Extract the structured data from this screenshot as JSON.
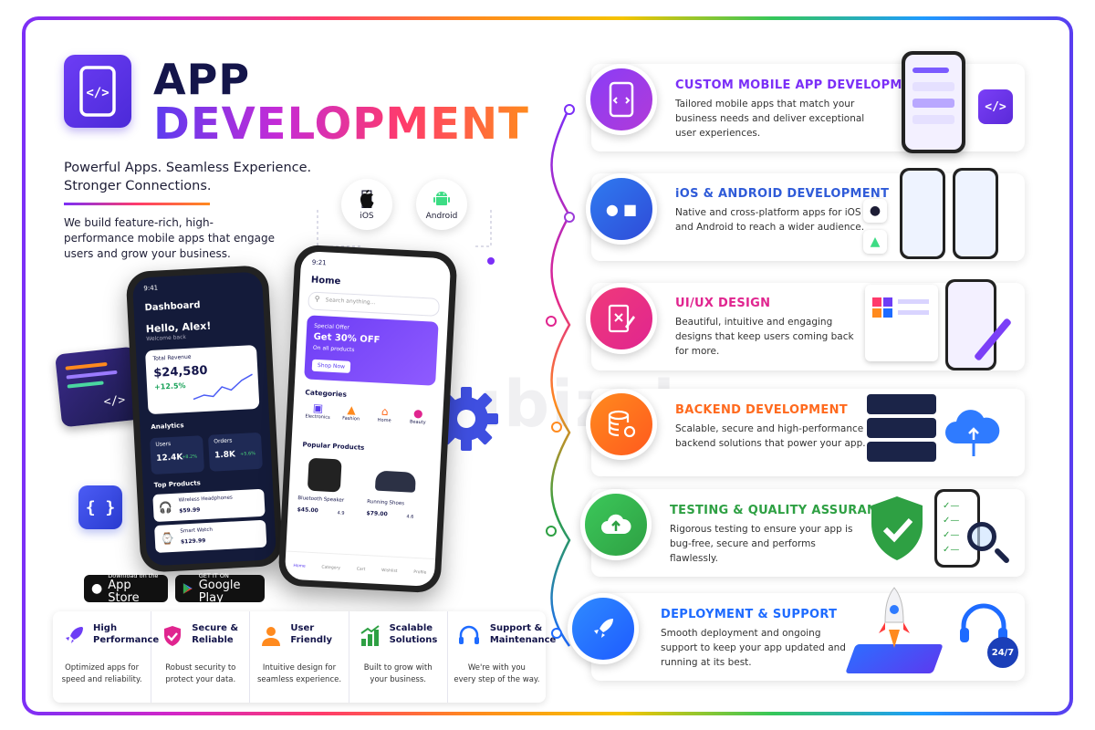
{
  "header": {
    "title_line1": "APP",
    "title_line2": "DEVELOPMENT",
    "tagline_line1": "Powerful Apps. Seamless Experience.",
    "tagline_line2": "Stronger Connections.",
    "intro": "We build feature-rich, high-performance mobile apps that engage users and grow your business."
  },
  "platforms": {
    "ios": "iOS",
    "android": "Android"
  },
  "dashboard_phone": {
    "time": "9:41",
    "title": "Dashboard",
    "greeting": "Hello, Alex!",
    "sub": "Welcome back",
    "revenue_label": "Total Revenue",
    "revenue_value": "$24,580",
    "revenue_change": "+12.5%",
    "analytics_label": "Analytics",
    "users_label": "Users",
    "users_value": "12.4K",
    "users_change": "+8.2%",
    "orders_label": "Orders",
    "orders_value": "1.8K",
    "orders_change": "+5.6%",
    "top_products_label": "Top Products",
    "products": [
      {
        "name": "Wireless Headphones",
        "price": "$59.99"
      },
      {
        "name": "Smart Watch",
        "price": "$129.99"
      }
    ]
  },
  "shop_phone": {
    "time": "9:21",
    "title": "Home",
    "search_placeholder": "Search anything...",
    "offer_label": "Special Offer",
    "offer_headline": "Get 30% OFF",
    "offer_sub": "On all products",
    "offer_button": "Shop Now",
    "categories_label": "Categories",
    "categories": [
      "Electronics",
      "Fashion",
      "Home",
      "Beauty"
    ],
    "popular_label": "Popular Products",
    "popular": [
      {
        "name": "Bluetooth Speaker",
        "price": "$45.00",
        "rating": "4.9"
      },
      {
        "name": "Running Shoes",
        "price": "$79.00",
        "rating": "4.6"
      }
    ],
    "nav": [
      "Home",
      "Category",
      "Cart",
      "Wishlist",
      "Profile"
    ]
  },
  "stores": {
    "apple_small": "Download on the",
    "apple_big": "App Store",
    "google_small": "GET IT ON",
    "google_big": "Google Play"
  },
  "features": [
    {
      "title_1": "High",
      "title_2": "Performance",
      "desc_1": "Optimized apps for",
      "desc_2": "speed and reliability.",
      "color": "#6d3df5"
    },
    {
      "title_1": "Secure &",
      "title_2": "Reliable",
      "desc_1": "Robust security to",
      "desc_2": "protect your data.",
      "color": "#e0258f"
    },
    {
      "title_1": "User",
      "title_2": "Friendly",
      "desc_1": "Intuitive design for",
      "desc_2": "seamless experience.",
      "color": "#ff8a1e"
    },
    {
      "title_1": "Scalable",
      "title_2": "Solutions",
      "desc_1": "Built to grow with",
      "desc_2": "your business.",
      "color": "#2ea043"
    },
    {
      "title_1": "Support &",
      "title_2": "Maintenance",
      "desc_1": "We're with you",
      "desc_2": "every step of the way.",
      "color": "#1e6bff"
    }
  ],
  "services": [
    {
      "title": "CUSTOM MOBILE APP DEVELOPMENT",
      "desc": "Tailored mobile apps that match your business needs and deliver exceptional user experiences.",
      "color": "#7b2ff7"
    },
    {
      "title": "iOS & ANDROID DEVELOPMENT",
      "desc": "Native and cross-platform apps for iOS and Android to reach a wider audience.",
      "color": "#2f5bd8"
    },
    {
      "title": "UI/UX DESIGN",
      "desc": "Beautiful, intuitive and engaging designs that keep users coming back for more.",
      "color": "#e0258f"
    },
    {
      "title": "BACKEND DEVELOPMENT",
      "desc": "Scalable, secure and high-performance backend solutions that power your app.",
      "color": "#ff6a1e"
    },
    {
      "title": "TESTING & QUALITY ASSURANCE",
      "desc": "Rigorous testing to ensure your app is bug-free, secure and performs flawlessly.",
      "color": "#2ea043"
    },
    {
      "title": "DEPLOYMENT & SUPPORT",
      "desc": "Smooth deployment and ongoing support to keep your app updated and running at its best.",
      "color": "#1e6bff"
    }
  ],
  "support_badge": "24/7",
  "watermark": "dubizzle"
}
